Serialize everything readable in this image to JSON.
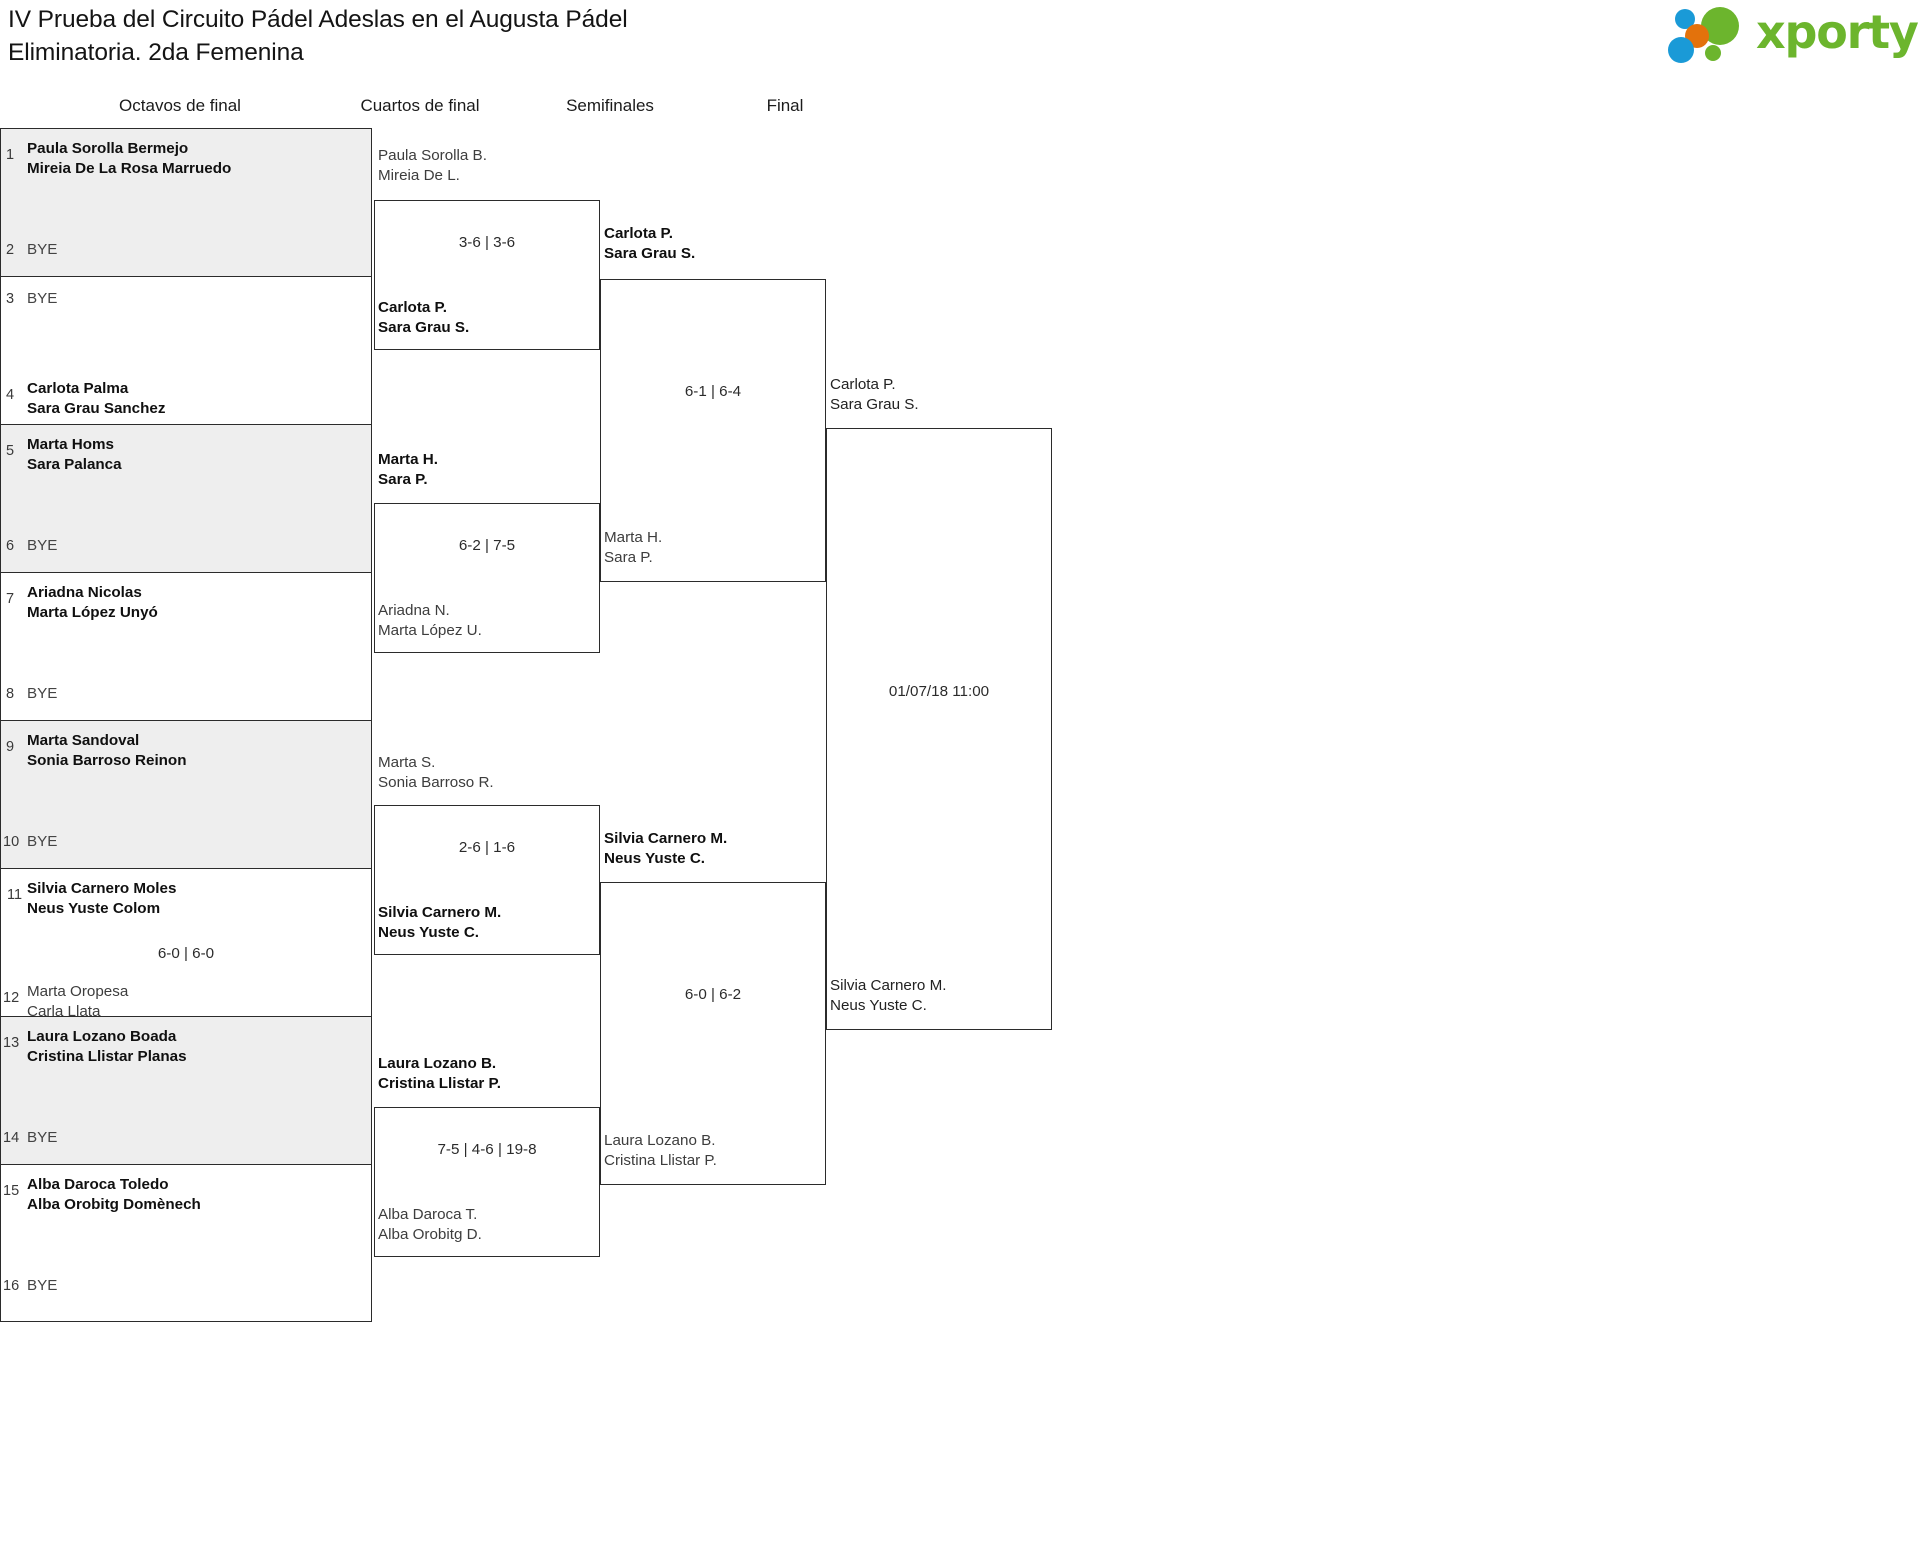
{
  "header": {
    "title_line1": "IV Prueba del Circuito Pádel Adeslas en el Augusta Pádel",
    "title_line2": "Eliminatoria. 2da Femenina",
    "logo_text": "xporty",
    "logo_colors": {
      "green": "#6cb52d",
      "blue": "#1a9ad7",
      "orange": "#e3720c"
    }
  },
  "rounds": [
    {
      "label": "Octavos de final"
    },
    {
      "label": "Cuartos de final"
    },
    {
      "label": "Semifinales"
    },
    {
      "label": "Final"
    }
  ],
  "round1": {
    "slots": [
      {
        "seed": "1",
        "line1": "Paula Sorolla Bermejo",
        "line2": "Mireia De La Rosa Marruedo",
        "bye": false,
        "winner": true
      },
      {
        "seed": "2",
        "line1": "BYE",
        "line2": "",
        "bye": true,
        "winner": false
      },
      {
        "seed": "3",
        "line1": "BYE",
        "line2": "",
        "bye": true,
        "winner": false
      },
      {
        "seed": "4",
        "line1": "Carlota Palma",
        "line2": "Sara Grau Sanchez",
        "bye": false,
        "winner": true
      },
      {
        "seed": "5",
        "line1": "Marta Homs",
        "line2": "Sara Palanca",
        "bye": false,
        "winner": true
      },
      {
        "seed": "6",
        "line1": "BYE",
        "line2": "",
        "bye": true,
        "winner": false
      },
      {
        "seed": "7",
        "line1": "Ariadna Nicolas",
        "line2": "Marta López Unyó",
        "bye": false,
        "winner": true
      },
      {
        "seed": "8",
        "line1": "BYE",
        "line2": "",
        "bye": true,
        "winner": false
      },
      {
        "seed": "9",
        "line1": "Marta Sandoval",
        "line2": "Sonia Barroso Reinon",
        "bye": false,
        "winner": true
      },
      {
        "seed": "10",
        "line1": "BYE",
        "line2": "",
        "bye": true,
        "winner": false
      },
      {
        "seed": "11",
        "line1": "Silvia Carnero Moles",
        "line2": "Neus Yuste Colom",
        "bye": false,
        "winner": true
      },
      {
        "seed": "12",
        "line1": "Marta Oropesa",
        "line2": "Carla Llata",
        "bye": false,
        "winner": false
      },
      {
        "seed": "13",
        "line1": "Laura Lozano Boada",
        "line2": "Cristina Llistar Planas",
        "bye": false,
        "winner": true
      },
      {
        "seed": "14",
        "line1": "BYE",
        "line2": "",
        "bye": true,
        "winner": false
      },
      {
        "seed": "15",
        "line1": "Alba Daroca Toledo",
        "line2": "Alba Orobitg Domènech",
        "bye": false,
        "winner": true
      },
      {
        "seed": "16",
        "line1": "BYE",
        "line2": "",
        "bye": true,
        "winner": false
      }
    ],
    "scores": [
      {
        "index": 5,
        "value": "6-0 | 6-0"
      }
    ]
  },
  "round2": {
    "matches": [
      {
        "score": "3-6 | 3-6",
        "top": {
          "line1": "Paula Sorolla B.",
          "line2": "Mireia De L.",
          "winner": false
        },
        "bottom": {
          "line1": "Carlota P.",
          "line2": "Sara Grau S.",
          "winner": true
        }
      },
      {
        "score": "6-2 | 7-5",
        "top": {
          "line1": "Marta H.",
          "line2": "Sara P.",
          "winner": true
        },
        "bottom": {
          "line1": "Ariadna N.",
          "line2": "Marta López U.",
          "winner": false
        }
      },
      {
        "score": "2-6 | 1-6",
        "top": {
          "line1": "Marta S.",
          "line2": "Sonia Barroso R.",
          "winner": false
        },
        "bottom": {
          "line1": "Silvia Carnero M.",
          "line2": "Neus Yuste C.",
          "winner": true
        }
      },
      {
        "score": "7-5 | 4-6 | 19-8",
        "top": {
          "line1": "Laura Lozano B.",
          "line2": "Cristina Llistar P.",
          "winner": true
        },
        "bottom": {
          "line1": "Alba Daroca T.",
          "line2": "Alba Orobitg D.",
          "winner": false
        }
      }
    ]
  },
  "round3": {
    "matches": [
      {
        "score": "6-1 | 6-4",
        "top": {
          "line1": "Carlota P.",
          "line2": "Sara Grau S.",
          "winner": true
        },
        "bottom": {
          "line1": "Marta H.",
          "line2": "Sara P.",
          "winner": false
        }
      },
      {
        "score": "6-0 | 6-2",
        "top": {
          "line1": "Silvia Carnero M.",
          "line2": "Neus Yuste C.",
          "winner": true
        },
        "bottom": {
          "line1": "Laura Lozano B.",
          "line2": "Cristina Llistar P.",
          "winner": false
        }
      }
    ]
  },
  "round4": {
    "match": {
      "schedule": "01/07/18 11:00",
      "top": {
        "line1": "Carlota P.",
        "line2": "Sara Grau S.",
        "winner": false
      },
      "bottom": {
        "line1": "Silvia Carnero M.",
        "line2": "Neus Yuste C.",
        "winner": false
      }
    }
  }
}
